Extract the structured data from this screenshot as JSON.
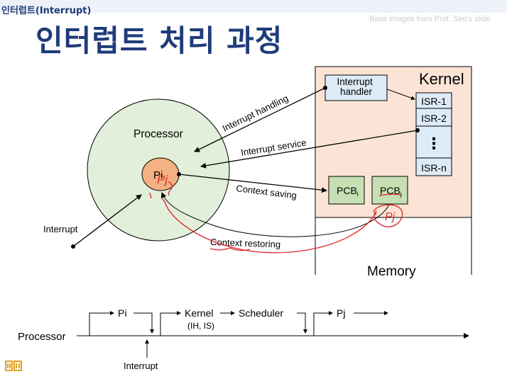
{
  "header": {
    "breadcrumb": "인터럽트(Interrupt)",
    "title": "인터럽트 처리 과정",
    "credit": "Base images from Prof. Seo's slide"
  },
  "diagram": {
    "kernel_label": "Kernel",
    "memory_label": "Memory",
    "processor_label": "Processor",
    "interrupt_handler": "Interrupt handler",
    "isr_items": [
      "ISR-1",
      "ISR-2",
      "⋮",
      "ISR-n"
    ],
    "pcb_i": "PCB",
    "pcb_i_sub": "i",
    "pcb_j": "PCB",
    "pcb_j_sub": "j",
    "pi": "Pi",
    "interrupt": "Interrupt",
    "arrows": {
      "handling": "Interrupt handling",
      "service": "Interrupt service",
      "saving": "Context saving",
      "restoring": "Context restoring"
    },
    "colors": {
      "kernel_bg": "#fbe4d5",
      "processor_bg": "#e2efda",
      "pi_bg": "#f4b183",
      "handler_bg": "#ddebf7",
      "pcb_bg": "#c6e0b4",
      "title": "#1f3c7a",
      "annotation": "#e03030"
    },
    "annotations": {
      "pj_near_pi": "Pj",
      "pj_near_pcb": "Pj"
    }
  },
  "timeline": {
    "processor": "Processor",
    "pi": "Pi",
    "kernel": "Kernel",
    "kernel_sub": "(IH, IS)",
    "scheduler": "Scheduler",
    "pj": "Pj",
    "interrupt": "Interrupt"
  }
}
